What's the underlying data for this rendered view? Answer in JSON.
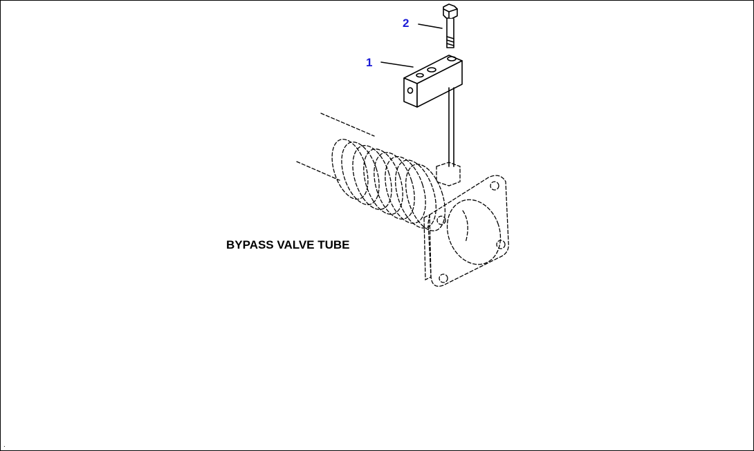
{
  "callouts": [
    {
      "number": "1",
      "part": "bracket"
    },
    {
      "number": "2",
      "part": "bolt"
    }
  ],
  "caption": "BYPASS VALVE TUBE",
  "corner_mark": ".",
  "colors": {
    "callout": "#1a1ad6",
    "lines": "#000000",
    "background": "#ffffff"
  }
}
